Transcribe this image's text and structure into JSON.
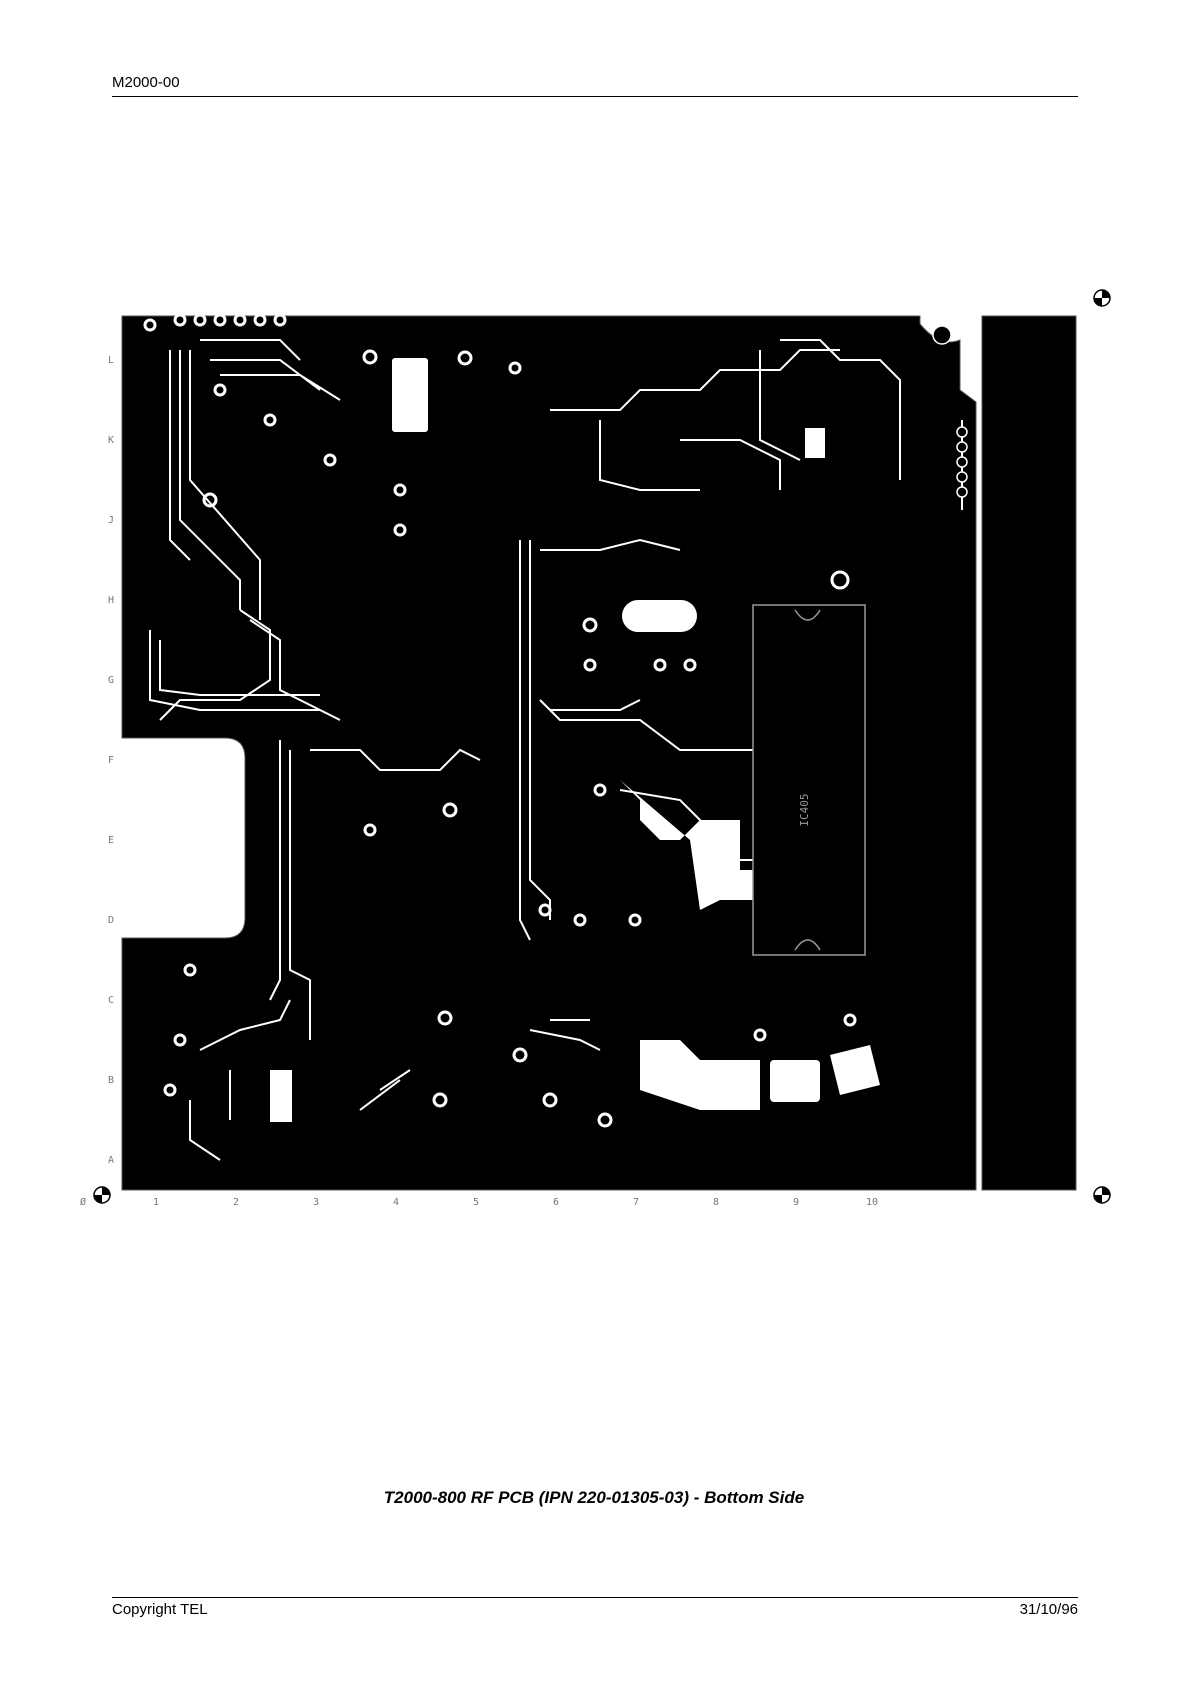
{
  "header": {
    "doc_id": "M2000-00"
  },
  "figure": {
    "caption": "T2000-800 RF PCB (IPN 220-01305-03) - Bottom Side",
    "row_labels": [
      "L",
      "K",
      "J",
      "H",
      "G",
      "F",
      "E",
      "D",
      "C",
      "B",
      "A"
    ],
    "column_labels": [
      "Ø",
      "1",
      "2",
      "3",
      "4",
      "5",
      "6",
      "7",
      "8",
      "9",
      "10"
    ],
    "ic_label": "IC405",
    "board_color": "#000000",
    "copper_color": "#ffffff"
  },
  "footer": {
    "copyright": "Copyright TEL",
    "date": "31/10/96"
  }
}
